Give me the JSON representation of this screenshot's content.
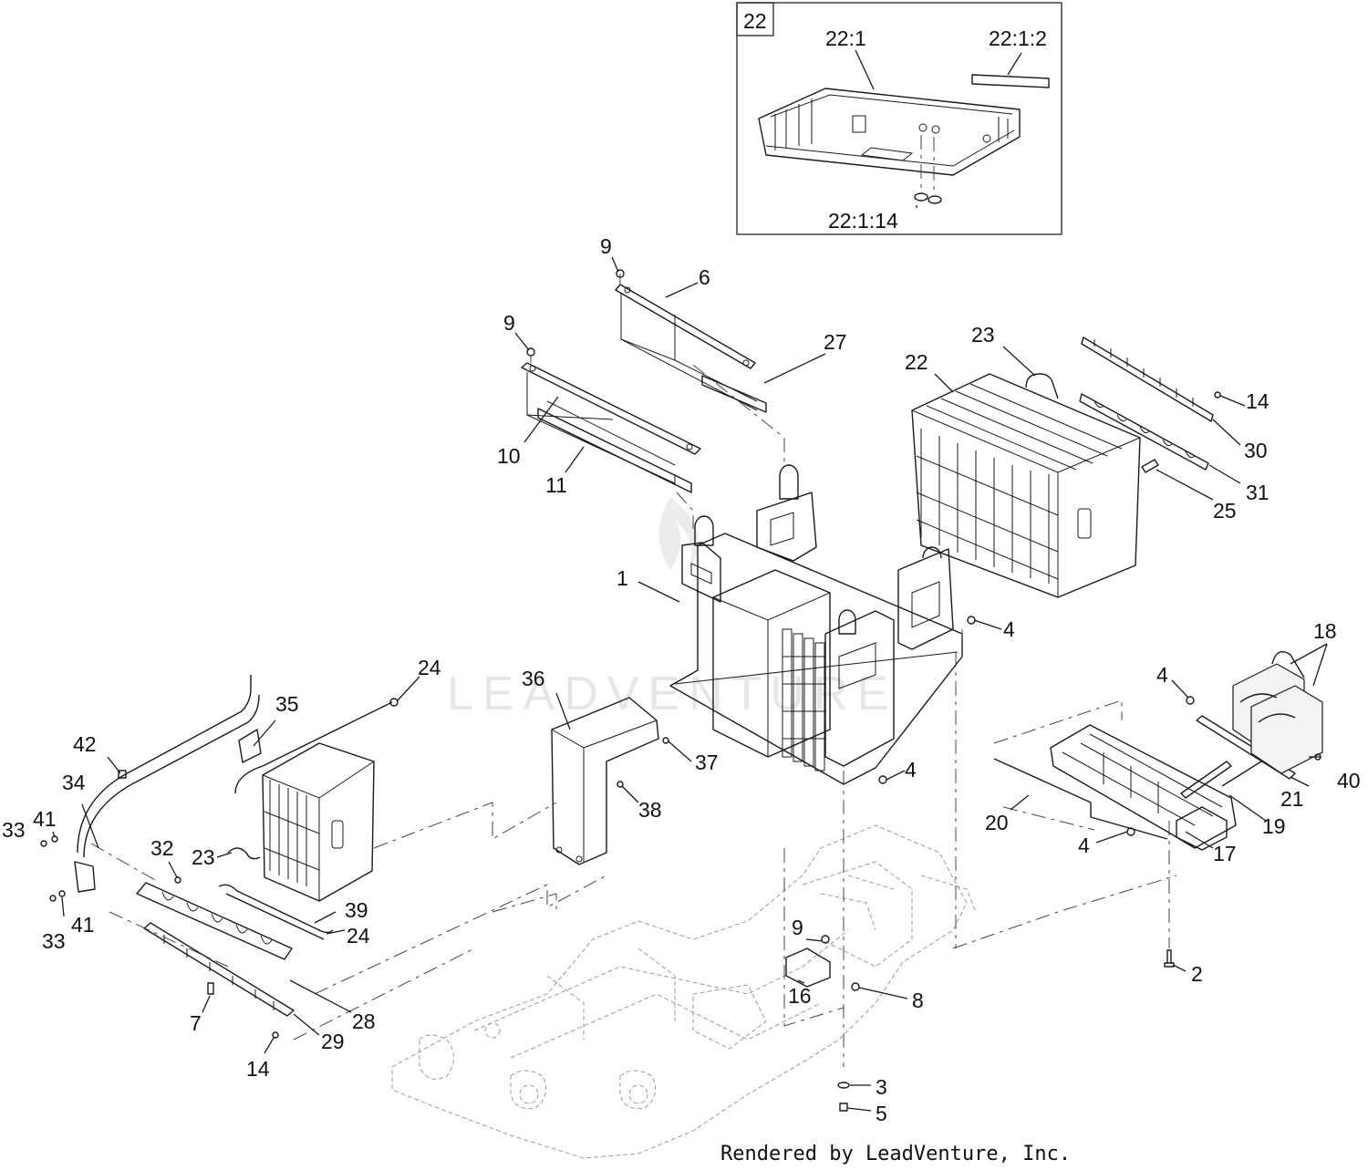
{
  "watermark_text": "LEADVENTURE",
  "footer_text": "Rendered by LeadVenture, Inc.",
  "inset": {
    "box_label": "22",
    "callouts": [
      "22:1",
      "22:1:2",
      "22:1:14"
    ]
  },
  "callouts": {
    "c1": "1",
    "c2": "2",
    "c3": "3",
    "c4a": "4",
    "c4b": "4",
    "c4c": "4",
    "c4d": "4",
    "c5": "5",
    "c6": "6",
    "c7": "7",
    "c8": "8",
    "c9a": "9",
    "c9b": "9",
    "c9c": "9",
    "c10": "10",
    "c11": "11",
    "c14a": "14",
    "c14b": "14",
    "c16": "16",
    "c17": "17",
    "c18": "18",
    "c19": "19",
    "c20": "20",
    "c21": "21",
    "c22": "22",
    "c23a": "23",
    "c23b": "23",
    "c24a": "24",
    "c24b": "24",
    "c25": "25",
    "c27": "27",
    "c28": "28",
    "c29": "29",
    "c30": "30",
    "c31": "31",
    "c32": "32",
    "c33a": "33",
    "c33b": "33",
    "c34": "34",
    "c35": "35",
    "c36": "36",
    "c37": "37",
    "c38": "38",
    "c39": "39",
    "c40": "40",
    "c41a": "41",
    "c41b": "41",
    "c42": "42"
  }
}
